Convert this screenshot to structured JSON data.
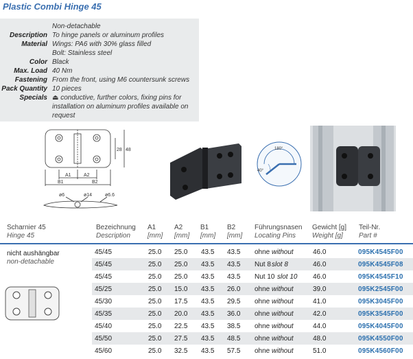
{
  "title": "Plastic Combi Hinge 45",
  "specs": [
    {
      "label": "",
      "value": "Non-detachable"
    },
    {
      "label": "Description",
      "value": "To hinge panels or aluminum profiles"
    },
    {
      "label": "Material",
      "value": "Wings: PA6 with 30% glass filled"
    },
    {
      "label": "",
      "value": "Bolt: Stainless steel"
    },
    {
      "label": "Color",
      "value": "Black"
    },
    {
      "label": "Max. Load",
      "value": "40 Nm"
    },
    {
      "label": "Fastening",
      "value": "From the front, using M6 countersunk screws"
    },
    {
      "label": "Pack Quantity",
      "value": "10 pieces"
    },
    {
      "label": "Specials",
      "value": "conductive, further colors, fixing pins for"
    },
    {
      "label": "",
      "value": "installation on aluminum profiles available on"
    },
    {
      "label": "",
      "value": "request"
    }
  ],
  "drawing": {
    "dim_28": "28",
    "dim_48": "48",
    "a1": "A1",
    "a2": "A2",
    "b1": "B1",
    "b2": "B2",
    "d6": "ø6",
    "d14": "ø14",
    "d66": "ø6.6"
  },
  "schematic": {
    "angle_top": "180°",
    "angle_left": "40°"
  },
  "table": {
    "headers": [
      {
        "main": "Scharnier 45",
        "sub": "Hinge 45"
      },
      {
        "main": "Bezeichnung",
        "sub": "Description"
      },
      {
        "main": "A1",
        "sub": "[mm]"
      },
      {
        "main": "A2",
        "sub": "[mm]"
      },
      {
        "main": "B1",
        "sub": "[mm]"
      },
      {
        "main": "B2",
        "sub": "[mm]"
      },
      {
        "main": "Führungsnasen",
        "sub": "Locating Pins"
      },
      {
        "main": "Gewicht [g]",
        "sub": "Weight [g]"
      },
      {
        "main": "Teil-Nr.",
        "sub": "Part #"
      }
    ],
    "type_main": "nicht aushängbar",
    "type_sub": "non-detachable",
    "rows": [
      {
        "desc": "45/45",
        "a1": "25.0",
        "a2": "25.0",
        "b1": "43.5",
        "b2": "43.5",
        "pins_de": "ohne",
        "pins_en": "without",
        "weight": "46.0",
        "part": "095K4545F00"
      },
      {
        "desc": "45/45",
        "a1": "25.0",
        "a2": "25.0",
        "b1": "43.5",
        "b2": "43.5",
        "pins_de": "Nut 8",
        "pins_en": "slot 8",
        "weight": "46.0",
        "part": "095K4545F08"
      },
      {
        "desc": "45/45",
        "a1": "25.0",
        "a2": "25.0",
        "b1": "43.5",
        "b2": "43.5",
        "pins_de": "Nut 10",
        "pins_en": "slot 10",
        "weight": "46.0",
        "part": "095K4545F10"
      },
      {
        "desc": "45/25",
        "a1": "25.0",
        "a2": "15.0",
        "b1": "43.5",
        "b2": "26.0",
        "pins_de": "ohne",
        "pins_en": "without",
        "weight": "39.0",
        "part": "095K2545F00"
      },
      {
        "desc": "45/30",
        "a1": "25.0",
        "a2": "17.5",
        "b1": "43.5",
        "b2": "29.5",
        "pins_de": "ohne",
        "pins_en": "without",
        "weight": "41.0",
        "part": "095K3045F00"
      },
      {
        "desc": "45/35",
        "a1": "25.0",
        "a2": "20.0",
        "b1": "43.5",
        "b2": "36.0",
        "pins_de": "ohne",
        "pins_en": "without",
        "weight": "42.0",
        "part": "095K3545F00"
      },
      {
        "desc": "45/40",
        "a1": "25.0",
        "a2": "22.5",
        "b1": "43.5",
        "b2": "38.5",
        "pins_de": "ohne",
        "pins_en": "without",
        "weight": "44.0",
        "part": "095K4045F00"
      },
      {
        "desc": "45/50",
        "a1": "25.0",
        "a2": "27.5",
        "b1": "43.5",
        "b2": "48.5",
        "pins_de": "ohne",
        "pins_en": "without",
        "weight": "48.0",
        "part": "095K4550F00"
      },
      {
        "desc": "45/60",
        "a1": "25.0",
        "a2": "32.5",
        "b1": "43.5",
        "b2": "57.5",
        "pins_de": "ohne",
        "pins_en": "without",
        "weight": "51.0",
        "part": "095K4560F00"
      }
    ]
  }
}
